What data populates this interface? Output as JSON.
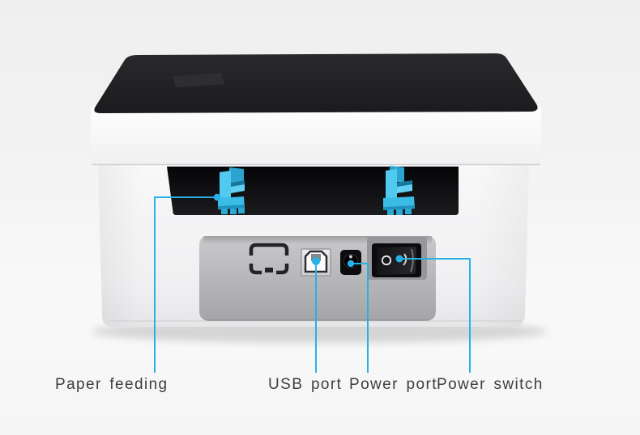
{
  "diagram": {
    "labels": {
      "paper_feeding": "Paper feeding",
      "usb_port": "USB port",
      "power_port": "Power port",
      "power_switch": "Power switch"
    },
    "colors": {
      "accent": "#27b1e6",
      "label_text": "#3e3e40",
      "lid_black": "#222225",
      "paper_guide_cyan": "#46c4ec",
      "rear_panel_gray": "#b8b8bb",
      "printer_body_white": "#fafafb",
      "slot_black": "#0b0b0d"
    },
    "parts": [
      "top-lid",
      "lid-band",
      "printer-body",
      "paper-feed-slot",
      "paper-guide-left",
      "paper-guide-right",
      "rear-port-panel",
      "port-cutout",
      "usb-port",
      "power-port",
      "power-switch"
    ]
  }
}
